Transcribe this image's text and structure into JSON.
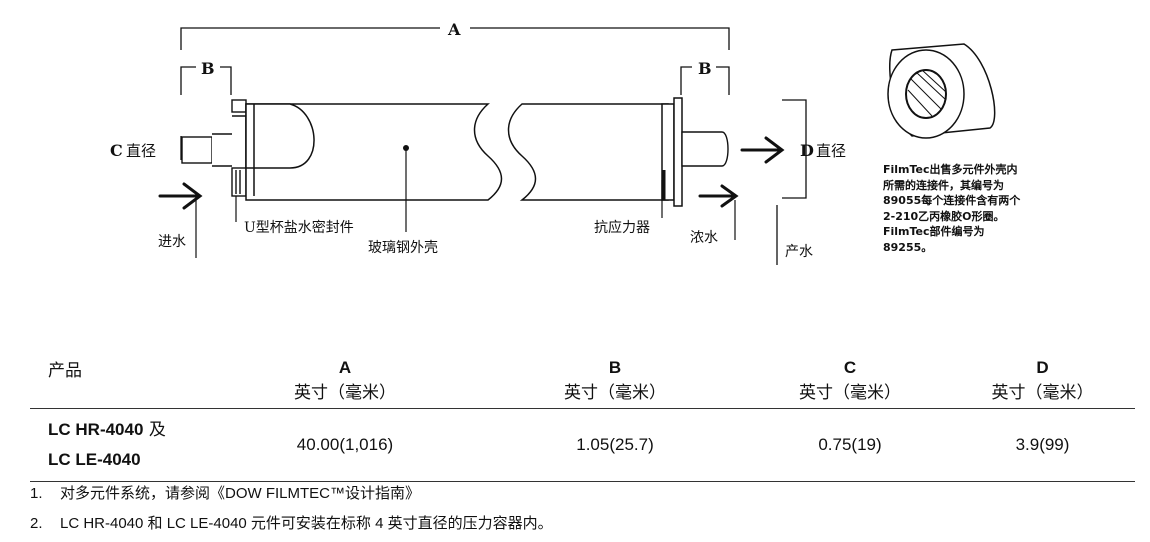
{
  "diagram": {
    "dim_a": "A",
    "dim_b_left": "B",
    "dim_b_right": "B",
    "dim_c_letter": "C",
    "dim_c_text": "直径",
    "dim_d_letter": "D",
    "dim_d_text": "直径",
    "label_feed": "进水",
    "label_seal": "U型杯盐水密封件",
    "label_shell": "玻璃钢外壳",
    "label_atd": "抗应力器",
    "label_concentrate": "浓水",
    "label_product": "产水",
    "side_note": "FilmTec出售多元件外壳内所需的连接件，其编号为89055每个连接件含有两个2-210乙丙橡胶O形圈。FilmTec部件编号为89255。"
  },
  "table": {
    "product_header": "产品",
    "columns": [
      {
        "letter": "A",
        "unit": "英寸（毫米）"
      },
      {
        "letter": "B",
        "unit": "英寸（毫米）"
      },
      {
        "letter": "C",
        "unit": "英寸（毫米）"
      },
      {
        "letter": "D",
        "unit": "英寸（毫米）"
      }
    ],
    "rows": [
      {
        "product_line1": "LC HR-4040",
        "product_and": " 及",
        "product_line2": "LC LE-4040",
        "a": "40.00(1,016)",
        "b": "1.05(25.7)",
        "c": "0.75(19)",
        "d": "3.9(99)"
      }
    ]
  },
  "notes": [
    {
      "num": "1.",
      "text": "对多元件系统，请参阅《DOW FILMTEC™设计指南》"
    },
    {
      "num": "2.",
      "text": "LC HR-4040 和 LC LE-4040 元件可安装在标称 4 英寸直径的压力容器内。"
    }
  ]
}
